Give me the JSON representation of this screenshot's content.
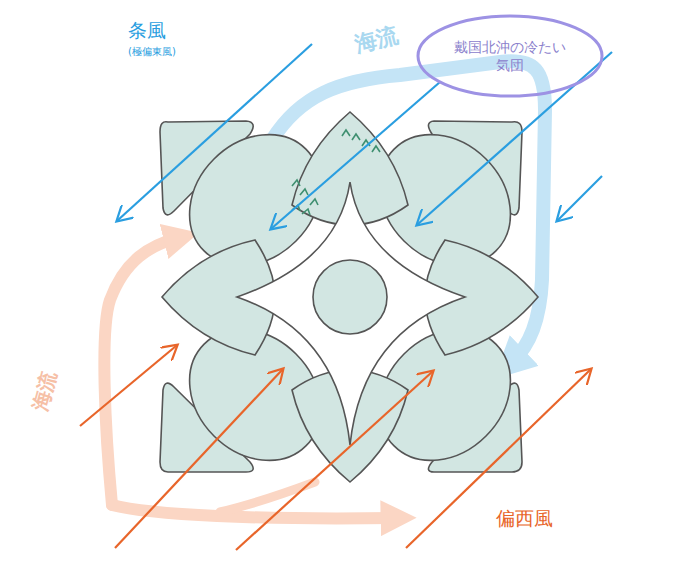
{
  "diagram": {
    "nodes": [
      {
        "text": [
          "戴国北沖の冷たい気団"
        ]
      }
    ],
    "labels": [
      "条風",
      "(極偏東風)",
      "海流",
      "海流",
      "偏西風"
    ]
  }
}
